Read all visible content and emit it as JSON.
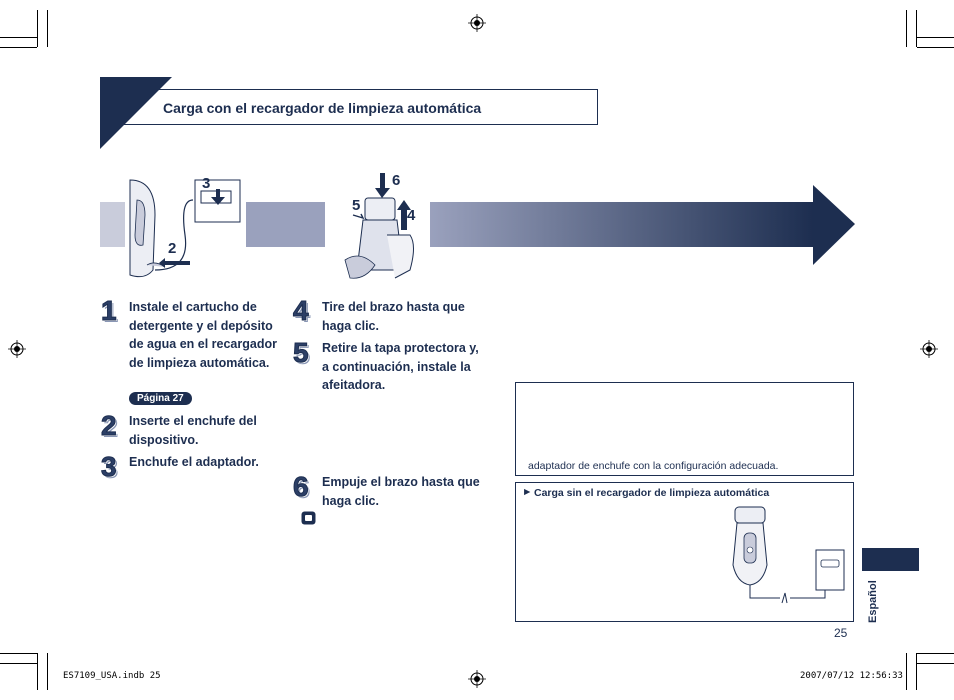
{
  "header": {
    "title": "Carga con el recargador de limpieza automática"
  },
  "illustration_labels": {
    "fig1": [
      "3",
      "2"
    ],
    "fig2": [
      "6",
      "5",
      "4"
    ]
  },
  "steps_left": [
    {
      "num": "1",
      "text": "Instale el cartucho de detergente y el depósito de agua en el recargador de limpieza automática.",
      "badge": "Página 27"
    },
    {
      "num": "2",
      "text": "Inserte el enchufe del dispositivo."
    },
    {
      "num": "3",
      "text": "Enchufe el adaptador."
    }
  ],
  "steps_right": [
    {
      "num": "4",
      "text": "Tire del brazo hasta que haga clic."
    },
    {
      "num": "5",
      "text": "Retire la tapa protectora y, a continuación, instale la afeitadora."
    },
    {
      "num": "6",
      "text": "Empuje el brazo hasta que haga clic."
    }
  ],
  "note_box": {
    "text": "adaptador de enchufe con la configuración adecuada."
  },
  "section_box": {
    "marker": "►",
    "title": "Carga sin el recargador de limpieza automática"
  },
  "side_tab": {
    "label": "Español"
  },
  "page_number": "25",
  "footer": {
    "file": "ES7109_USA.indb   25",
    "datetime": "2007/07/12   12:56:33"
  },
  "colors": {
    "navy": "#1d2e50",
    "gray_bar": "#9aa1bd",
    "light_gray": "#c9ccdb"
  }
}
